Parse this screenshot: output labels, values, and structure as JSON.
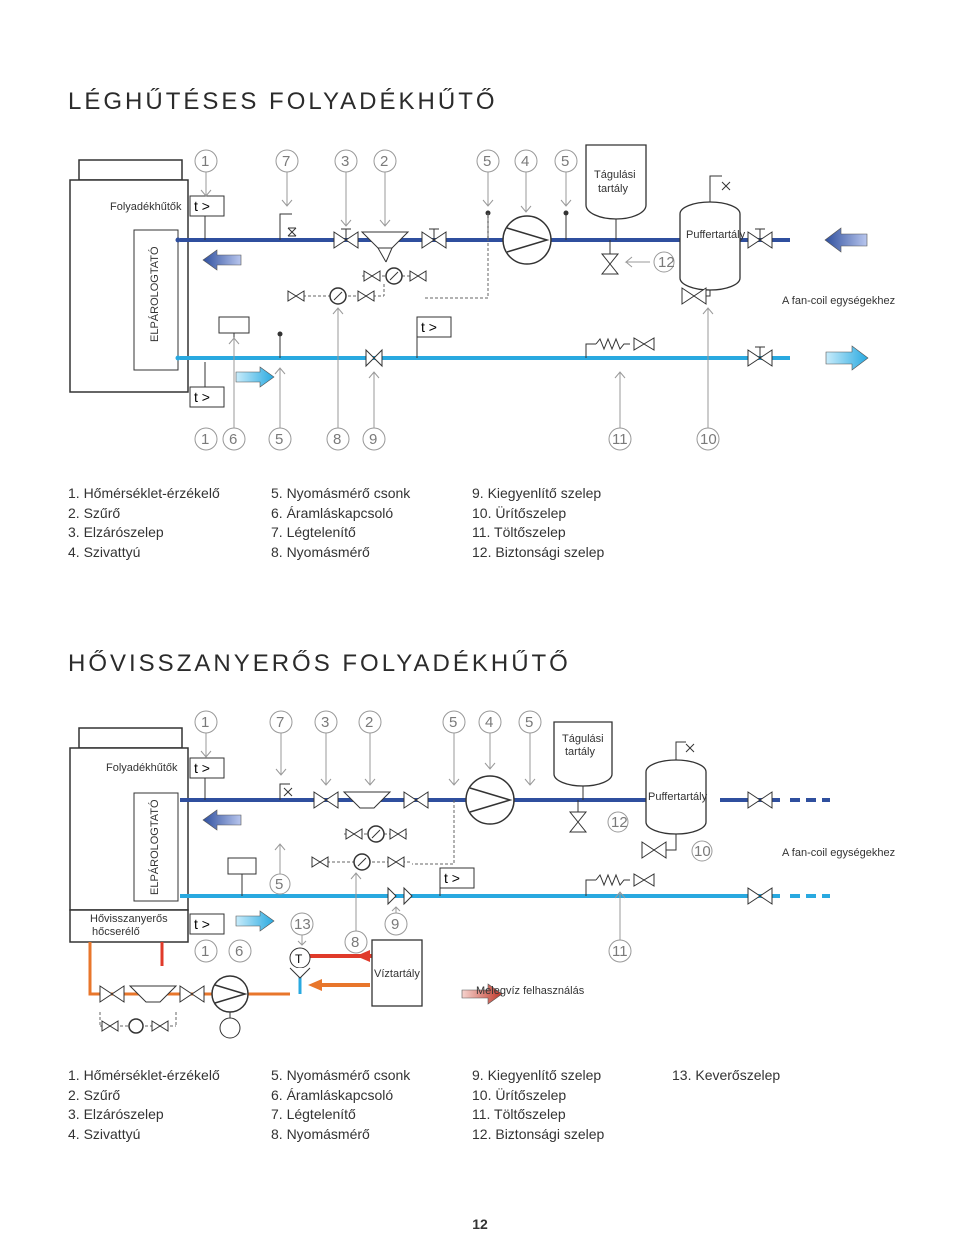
{
  "page_number": "12",
  "section1": {
    "title": "LÉGHŰTÉSES FOLYADÉKHŰTŐ",
    "chiller_label": "Folyadékhűtők",
    "evaporator_label": "ELPÁROLOGTATÓ",
    "temp_symbol": "t >",
    "expansion_tank_label_line1": "Tágulási",
    "expansion_tank_label_line2": "tartály",
    "buffer_tank_label": "Puffertartály",
    "fan_coil_label": "A fan-coil egységekhez",
    "top_numbers": [
      "1",
      "7",
      "3",
      "2",
      "5",
      "4",
      "5"
    ],
    "bottom_numbers": [
      "1",
      "6",
      "5",
      "8",
      "9",
      "11",
      "10"
    ],
    "safety_valve_number": "12",
    "legend": [
      [
        "1. Hőmérséklet-érzékelő",
        "2. Szűrő",
        "3. Elzárószelep",
        "4. Szivattyú"
      ],
      [
        "5. Nyomásmérő csonk",
        "6. Áramláskapcsoló",
        "7. Légtelenítő",
        "8. Nyomásmérő"
      ],
      [
        "9. Kiegyenlítő szelep",
        "10. Ürítőszelep",
        "11. Töltőszelep",
        "12. Biztonsági szelep"
      ]
    ]
  },
  "section2": {
    "title": "HŐVISSZANYERŐS FOLYADÉKHŰTŐ",
    "chiller_label": "Folyadékhűtők",
    "evaporator_label": "ELPÁROLOGTATÓ",
    "heat_recovery_label_line1": "Hővisszanyerős",
    "heat_recovery_label_line2": "hőcserélő",
    "temp_symbol": "t >",
    "expansion_tank_label_line1": "Tágulási",
    "expansion_tank_label_line2": "tartály",
    "buffer_tank_label": "Puffertartály",
    "fan_coil_label": "A fan-coil egységekhez",
    "water_tank_label": "Víztartály",
    "hot_water_label": "Melegvíz felhasználás",
    "mixing_valve_symbol": "T",
    "top_numbers": [
      "1",
      "7",
      "3",
      "2",
      "5",
      "4",
      "5"
    ],
    "numbers_mid": [
      "5",
      "13",
      "9",
      "8",
      "1",
      "6",
      "11",
      "12",
      "10"
    ],
    "legend": [
      [
        "1. Hőmérséklet-érzékelő",
        "2. Szűrő",
        "3. Elzárószelep",
        "4. Szivattyú"
      ],
      [
        "5. Nyomásmérő csonk",
        "6. Áramláskapcsoló",
        "7. Légtelenítő",
        "8. Nyomásmérő"
      ],
      [
        "9. Kiegyenlítő szelep",
        "10. Ürítőszelep",
        "11. Töltőszelep",
        "12. Biztonsági szelep"
      ],
      [
        "13. Keverőszelep"
      ]
    ]
  },
  "colors": {
    "supply_pipe": "#2f4f9e",
    "return_pipe": "#29a9e0",
    "hot_pipe": "#e03a2a",
    "warm_pipe": "#e8762b",
    "symbol_gray": "#8a8a8a"
  }
}
